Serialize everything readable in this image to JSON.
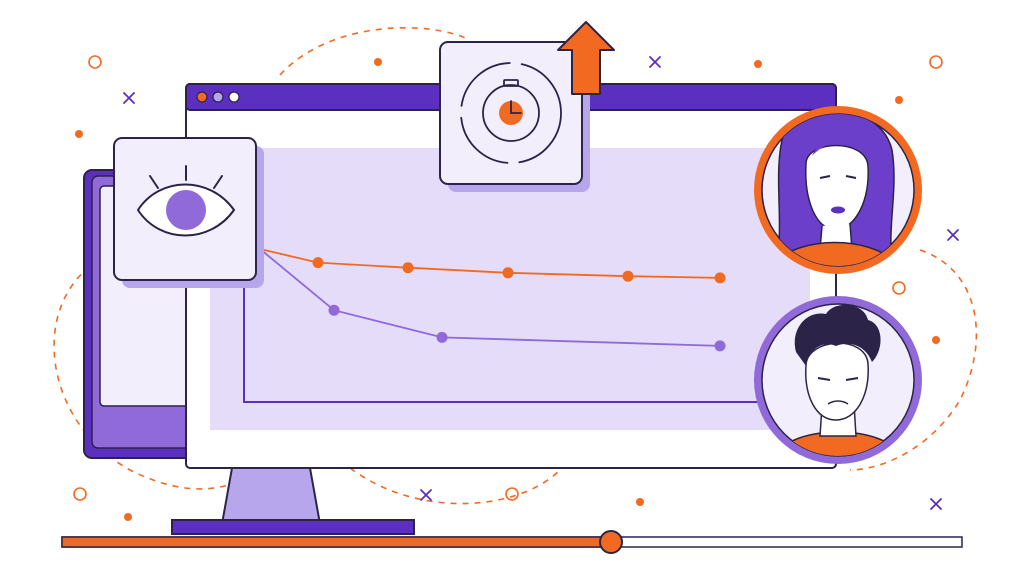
{
  "colors": {
    "purple_dark": "#5b2fc0",
    "purple_mid": "#8f6ad8",
    "purple_light": "#e4dcf8",
    "purple_pale": "#f2eefc",
    "orange": "#f26a21",
    "outline": "#2c2448",
    "white": "#ffffff"
  },
  "window": {
    "controls": [
      "close",
      "minimize",
      "maximize"
    ]
  },
  "icons": {
    "eye": "eye-icon",
    "stopwatch": "stopwatch-icon",
    "arrow": "arrow-up-icon",
    "person_female": "woman-avatar",
    "person_male": "man-avatar"
  },
  "chart_data": {
    "type": "line",
    "series": [
      {
        "values": [
          9.0,
          8.2,
          7.9,
          7.6,
          7.4,
          7.3,
          7.3
        ],
        "color": "#f26a21"
      },
      {
        "values": [
          9.0,
          5.4,
          3.8,
          3.3,
          3.3
        ],
        "color": "#8f6ad8"
      }
    ],
    "grid": false,
    "axes": "left-bottom"
  },
  "timeline": {
    "progress": 0.61
  }
}
